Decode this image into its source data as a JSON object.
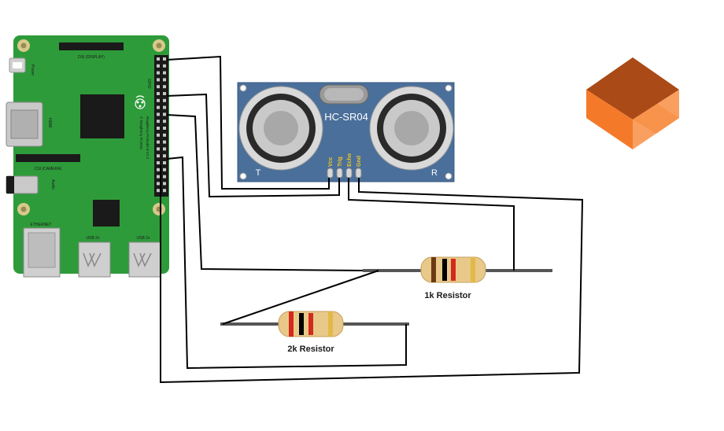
{
  "raspberry_pi": {
    "board_label": "Raspberry Pi Model B V1.2",
    "copyright": "© Raspberry Pi 2015",
    "gpio_label": "GPIO",
    "display_label": "DSI (DISPLAY)",
    "camera_label": "CSI (CAMERA)",
    "hdmi_label": "HDMI",
    "audio_label": "Audio",
    "power_label": "Power",
    "ethernet_label": "ETHERNET",
    "usb_label_1": "USB 2x",
    "usb_label_2": "USB 2x"
  },
  "sensor": {
    "model": "HC-SR04",
    "transmitter": "T",
    "receiver": "R",
    "pins": [
      "Vcc",
      "Trig",
      "Echo",
      "Gnd"
    ]
  },
  "resistor_1k": {
    "label": "1k Resistor"
  },
  "resistor_2k": {
    "label": "2k Resistor"
  },
  "colors": {
    "board": "#2e9b3a",
    "sensor": "#4a6f9a",
    "wire": "#000000",
    "resistor_body": "#e8c98a",
    "logo_top": "#b5501c",
    "logo_left": "#f47a2a",
    "logo_right": "#f9a060"
  }
}
